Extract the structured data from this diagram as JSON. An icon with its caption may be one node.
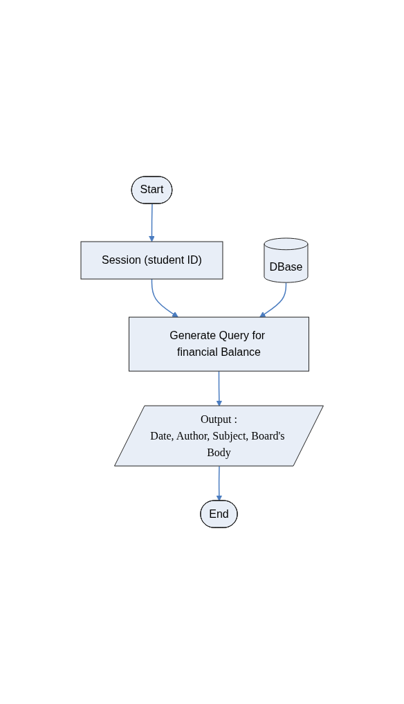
{
  "diagram": {
    "nodes": [
      {
        "text": [
          "Start"
        ]
      },
      {
        "text": [
          "Session (student ID)"
        ]
      },
      {
        "text": [
          "Generate Query for financial Balance"
        ]
      },
      {
        "text": [
          "DBase"
        ]
      },
      {
        "text": [
          "Output :",
          "Date, Author, Subject, Board's Body"
        ]
      },
      {
        "text": [
          "End"
        ]
      }
    ],
    "edges": [
      {
        "from": 0,
        "to": 1,
        "arrow": "to"
      },
      {
        "from": 1,
        "to": 2,
        "arrow": "to"
      },
      {
        "from": 3,
        "to": 2,
        "arrow": "to"
      },
      {
        "from": 2,
        "to": 4,
        "arrow": "to"
      },
      {
        "from": 4,
        "to": 5,
        "arrow": "to"
      }
    ]
  }
}
